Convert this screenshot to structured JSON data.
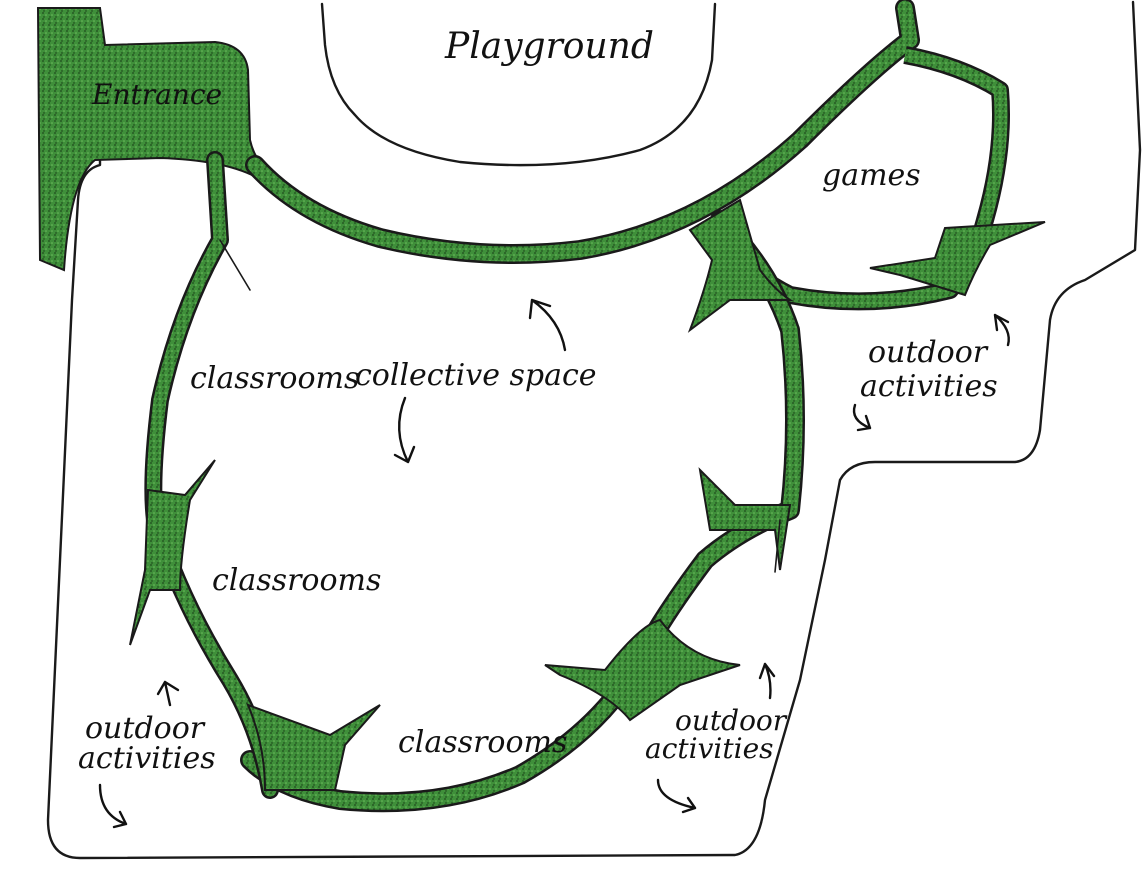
{
  "colors": {
    "path_fill": "#3f8f3a",
    "path_dark": "#1f4a1c",
    "ink": "#111111",
    "paper": "#ffffff"
  },
  "labels": {
    "playground": "Playground",
    "entrance": "Entrance",
    "games": "games",
    "collective_space": "collective space",
    "classrooms_top": "classrooms",
    "classrooms_left": "classrooms",
    "classrooms_bottom": "classrooms",
    "outdoor_right_1": "outdoor",
    "outdoor_right_2": "activities",
    "outdoor_left_1": "outdoor",
    "outdoor_left_2": "activities",
    "outdoor_bottom_1": "outdoor",
    "outdoor_bottom_2": "activities"
  }
}
